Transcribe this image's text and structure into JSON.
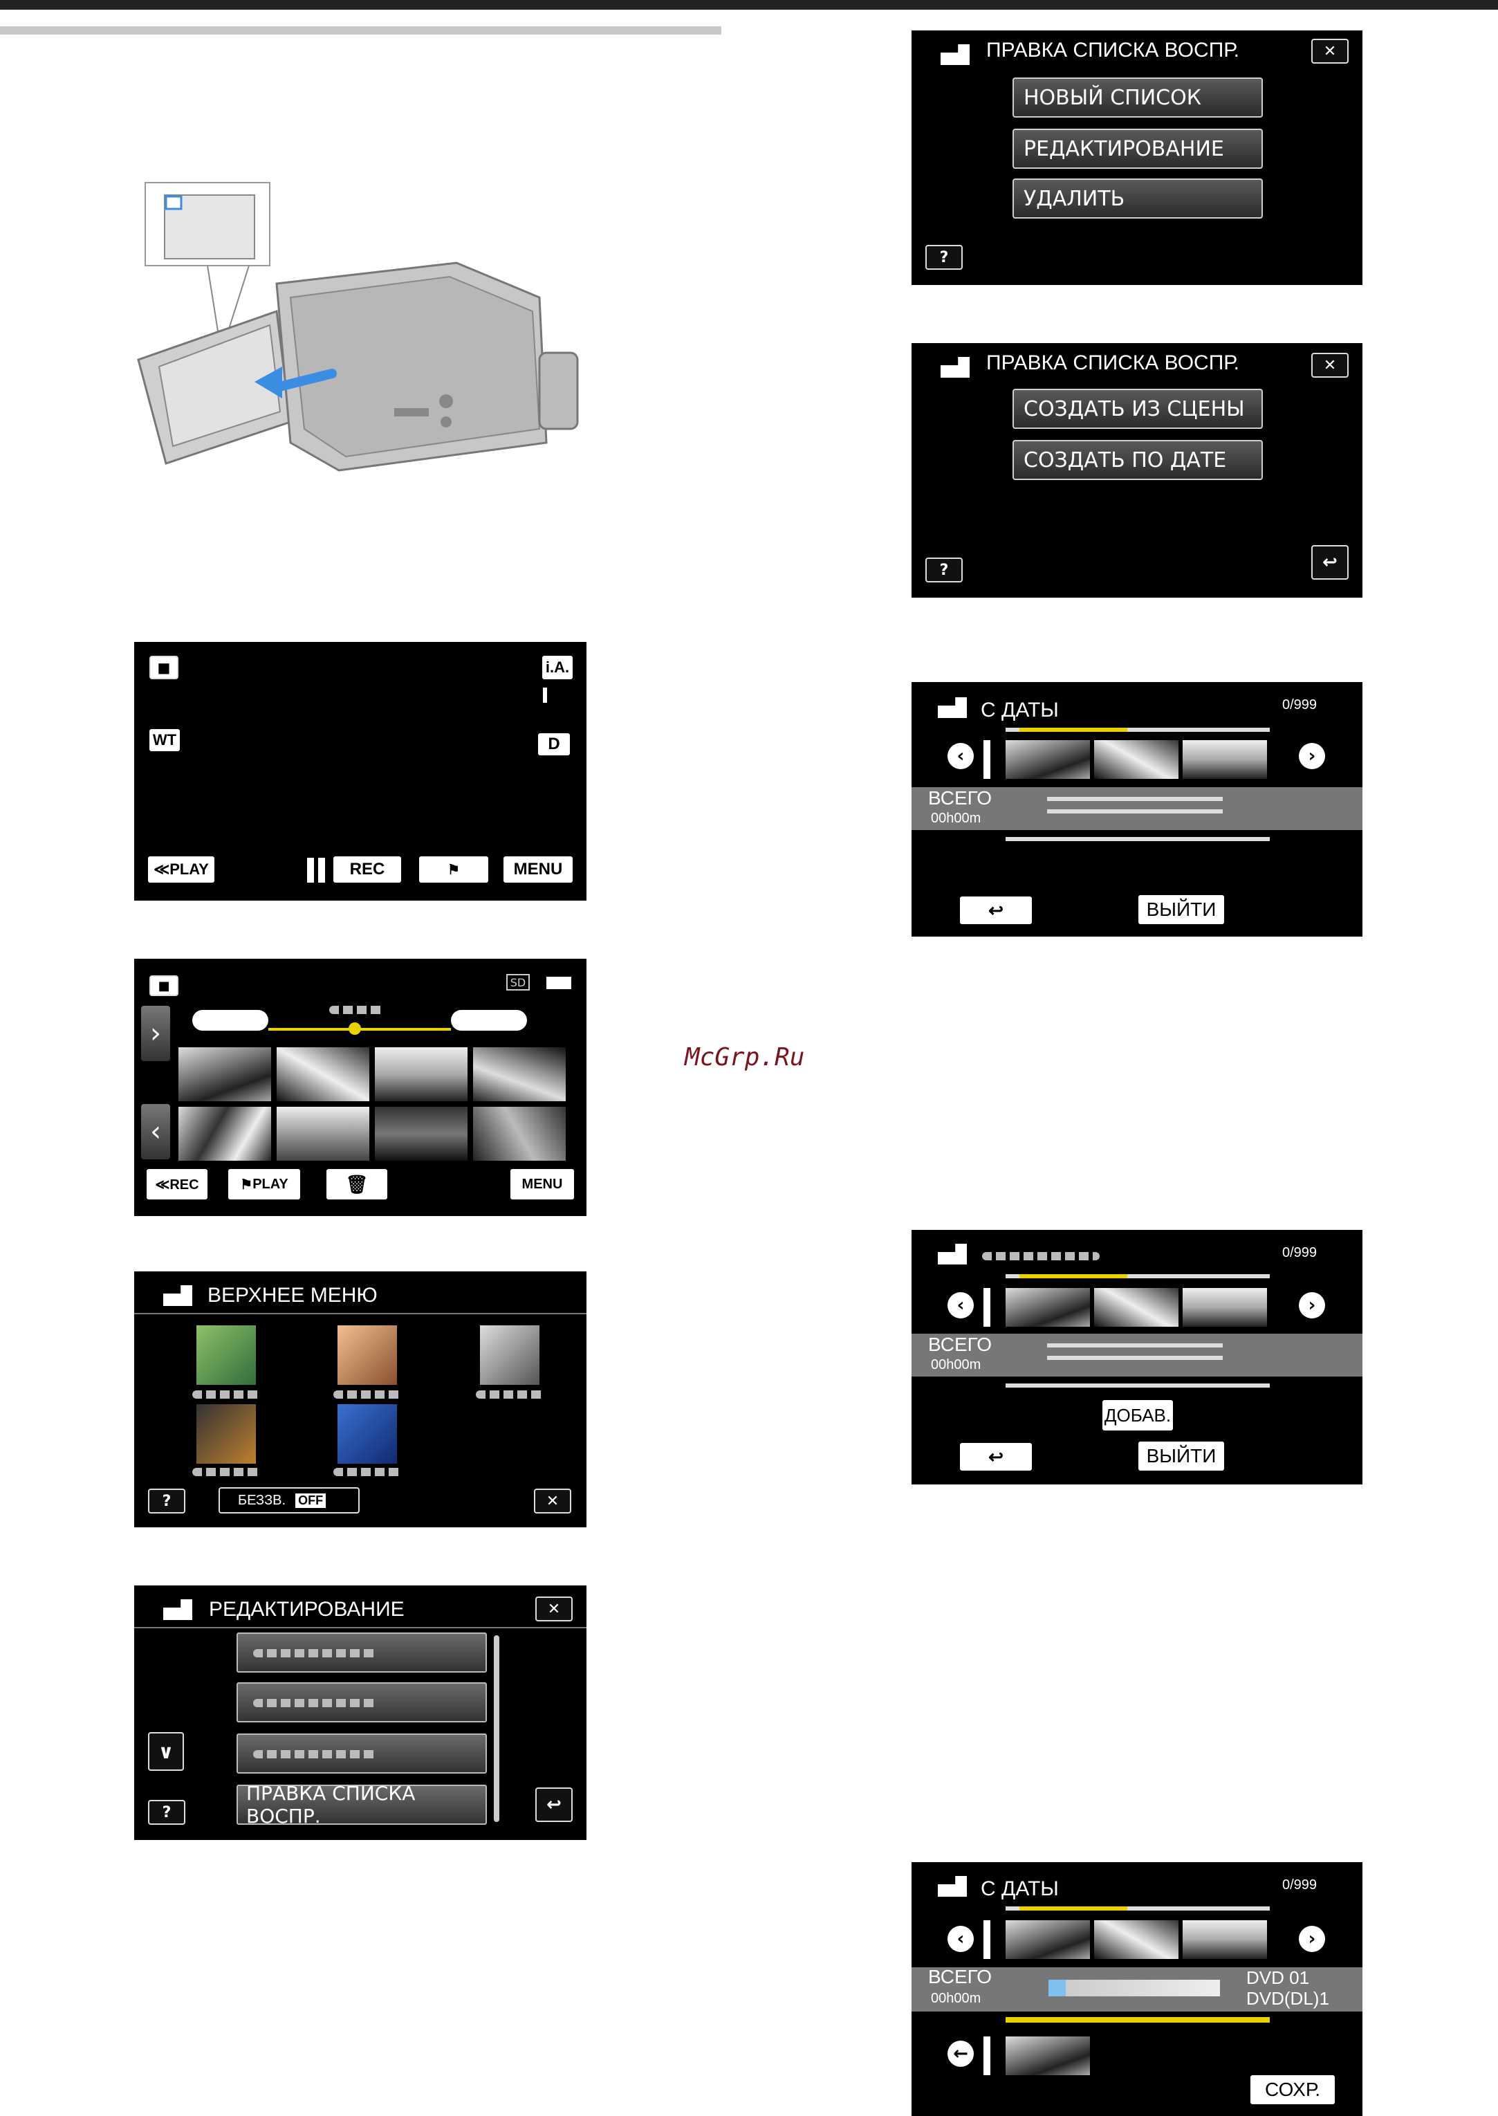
{
  "watermark": "McGrp.Ru",
  "playlist_menu": {
    "title": "ПРАВКА СПИСКА ВОСПР.",
    "items": [
      "НОВЫЙ СПИСОК",
      "РЕДАКТИРОВАНИЕ",
      "УДАЛИТЬ"
    ],
    "help": "?",
    "close": "✕"
  },
  "create_menu": {
    "title": "ПРАВКА СПИСКА ВОСПР.",
    "items": [
      "СОЗДАТЬ ИЗ СЦЕНЫ",
      "СОЗДАТЬ ПО ДАТЕ"
    ],
    "help": "?",
    "close": "✕",
    "back": "↩"
  },
  "date_screen": {
    "title": "С ДАТЫ",
    "counter": "0/999",
    "total_label": "ВСЕГО",
    "total_time": "00h00m",
    "exit": "ВЫЙТИ",
    "back": "↩"
  },
  "add_screen": {
    "counter": "0/999",
    "total_label": "ВСЕГО",
    "total_time": "00h00m",
    "add": "ДОБАВ.",
    "exit": "ВЫЙТИ",
    "back": "↩"
  },
  "save_screen": {
    "title": "С ДАТЫ",
    "counter": "0/999",
    "total_label": "ВСЕГО",
    "total_time": "00h00m",
    "disc1": "DVD  01",
    "disc2": "DVD(DL)1",
    "save": "СОХР."
  },
  "rec_screen": {
    "ia": "i.A.",
    "wt": "WT",
    "d": "D",
    "play": "≪PLAY",
    "rec": "REC",
    "menu": "MENU"
  },
  "index_screen": {
    "sd": "SD",
    "rec": "≪REC",
    "play": "PLAY",
    "menu": "MENU"
  },
  "top_menu": {
    "title": "ВЕРХНЕЕ МЕНЮ",
    "help": "?",
    "silent": "БЕЗЗВ.",
    "silent_state": "OFF",
    "close": "✕"
  },
  "edit_menu": {
    "title": "РЕДАКТИРОВАНИЕ",
    "last_item": "ПРАВКА СПИСКА ВОСПР.",
    "help": "?",
    "close": "✕",
    "back": "↩"
  },
  "colors": {
    "accent_yellow": "#ecd000",
    "screen_bg": "#000000"
  }
}
